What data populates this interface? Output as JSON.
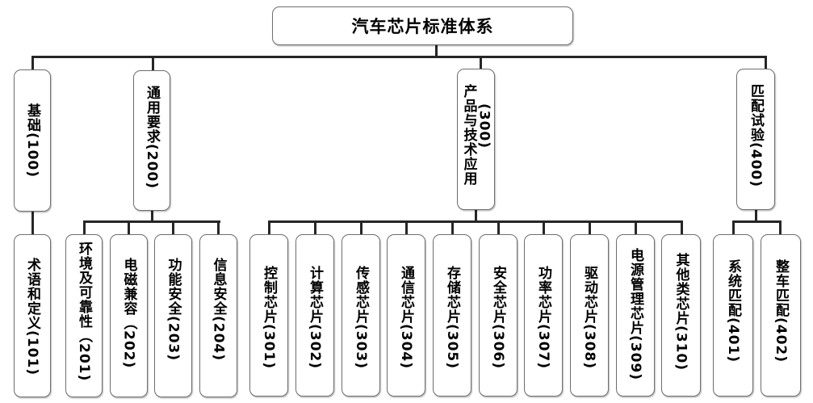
{
  "diagram": {
    "title": "汽车芯片标准体系",
    "categories": [
      {
        "label": "基础(100)",
        "children": [
          {
            "label": "术语和定义(101)"
          }
        ]
      },
      {
        "label": "通用要求(200)",
        "children": [
          {
            "label": "环境及可靠性（201)"
          },
          {
            "label": "电磁兼容（202)"
          },
          {
            "label": "功能安全(203)"
          },
          {
            "label": "信息安全(204)"
          }
        ]
      },
      {
        "label_lines": [
          "产品与技术应用",
          "(300)"
        ],
        "children": [
          {
            "label": "控制芯片(301)"
          },
          {
            "label": "计算芯片(302)"
          },
          {
            "label": "传感芯片(303)"
          },
          {
            "label": "通信芯片(304)"
          },
          {
            "label": "存储芯片(305)"
          },
          {
            "label": "安全芯片(306)"
          },
          {
            "label": "功率芯片(307)"
          },
          {
            "label": "驱动芯片(308)"
          },
          {
            "label": "电源管理芯片(309)"
          },
          {
            "label": "其他类芯片(310)"
          }
        ]
      },
      {
        "label": "匹配试验(400)",
        "children": [
          {
            "label": "系统匹配(401)"
          },
          {
            "label": "整车匹配(402)"
          }
        ]
      }
    ]
  },
  "colors": {
    "line": "#262626",
    "border": "#6e6e6e",
    "background": "#ffffff"
  }
}
